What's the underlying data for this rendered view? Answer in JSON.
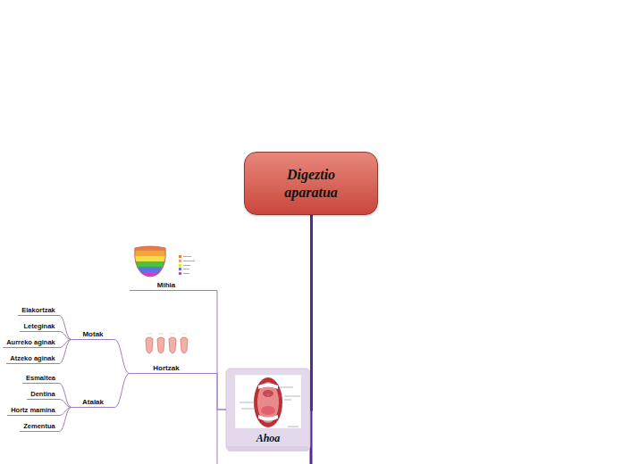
{
  "diagram": {
    "nodes": [
      {
        "text": [
          "Digeztio aparatua"
        ]
      },
      {
        "text": [
          "Ahoa"
        ]
      },
      {
        "text": [
          "Mihia"
        ]
      },
      {
        "text": [
          "Hortzak"
        ]
      },
      {
        "text": [
          "Motak"
        ]
      },
      {
        "text": [
          "Elakortzak"
        ]
      },
      {
        "text": [
          "Leteginak"
        ]
      },
      {
        "text": [
          "Aurreko aginak"
        ]
      },
      {
        "text": [
          "Atzeko aginak"
        ]
      },
      {
        "text": [
          "Atalak"
        ]
      },
      {
        "text": [
          "Esmaltea"
        ]
      },
      {
        "text": [
          "Dentina"
        ]
      },
      {
        "text": [
          "Hortz mamina"
        ]
      },
      {
        "text": [
          "Zementua"
        ]
      }
    ],
    "edges": [
      {
        "from": 0,
        "to": 1,
        "arrow": "none"
      },
      {
        "from": 1,
        "to": 2,
        "arrow": "none"
      },
      {
        "from": 1,
        "to": 3,
        "arrow": "none"
      },
      {
        "from": 3,
        "to": 4,
        "arrow": "none"
      },
      {
        "from": 3,
        "to": 9,
        "arrow": "none"
      },
      {
        "from": 4,
        "to": 5,
        "arrow": "none"
      },
      {
        "from": 4,
        "to": 6,
        "arrow": "none"
      },
      {
        "from": 4,
        "to": 7,
        "arrow": "none"
      },
      {
        "from": 4,
        "to": 8,
        "arrow": "none"
      },
      {
        "from": 9,
        "to": 10,
        "arrow": "none"
      },
      {
        "from": 9,
        "to": 11,
        "arrow": "none"
      },
      {
        "from": 9,
        "to": 12,
        "arrow": "none"
      },
      {
        "from": 9,
        "to": 13,
        "arrow": "none"
      }
    ]
  }
}
